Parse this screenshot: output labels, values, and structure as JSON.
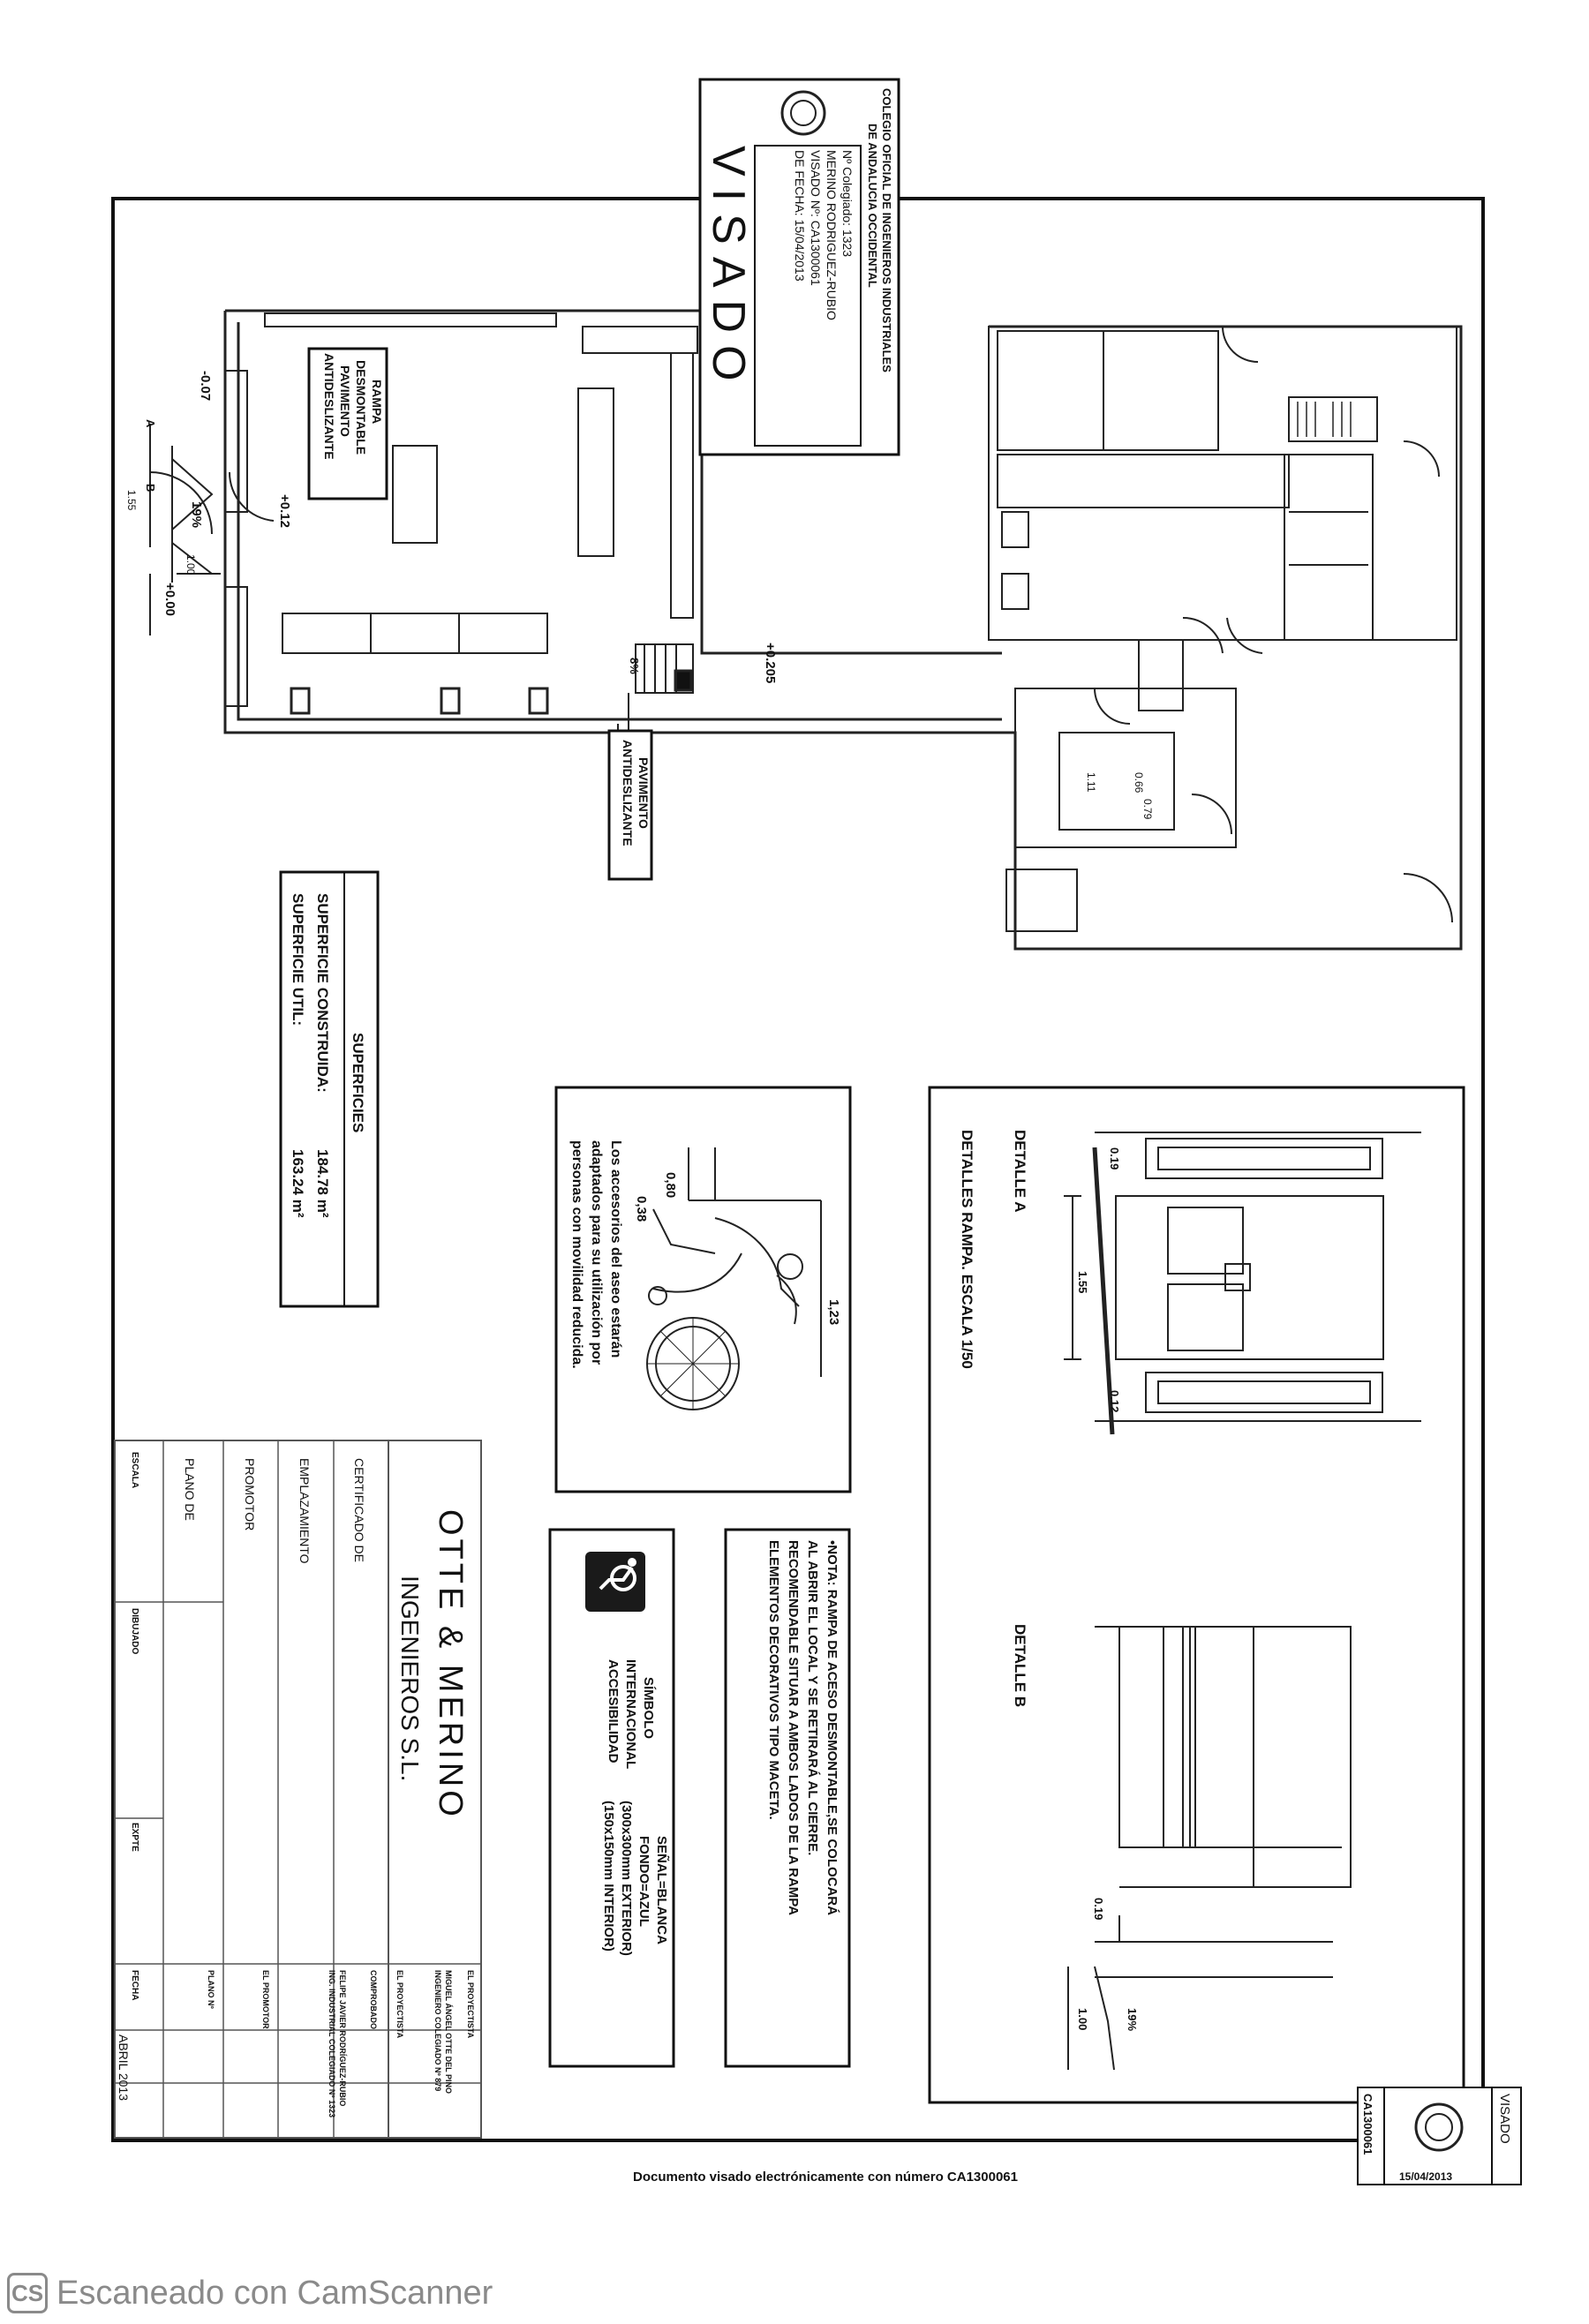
{
  "visado_stamp": {
    "college_line1": "COLEGIO OFICIAL DE INGENIEROS INDUSTRIALES",
    "college_line2": "DE ANDALUCIA OCCIDENTAL",
    "colegiado": "Nº Colegiado: 1323",
    "name": "MERINO RODRIGUEZ-RUBIO",
    "visado_num": "VISADO Nº: CA1300061",
    "fecha": "DE FECHA: 15/04/2013",
    "big_word": "VISADO"
  },
  "small_stamp": {
    "title": "VISADO",
    "code": "CA1300061",
    "date": "15/04/2013"
  },
  "plan_labels": {
    "rampa": [
      "RAMPA",
      "DESMONTABLE",
      "PAVIMENTO",
      "ANTIDESLIZANTE"
    ],
    "pavimento": [
      "PAVIMENTO",
      "ANTIDESLIZANTE"
    ],
    "levels": [
      "-0.07",
      "+0.12",
      "+0.00",
      "+0.205"
    ],
    "slope": "19%",
    "slope2": "8%",
    "dims": [
      "1.55",
      "1.00",
      "1.11",
      "0.66",
      "0.79"
    ],
    "section_marks": [
      "A",
      "B"
    ]
  },
  "superficies": {
    "title": "SUPERFICIES",
    "construida_label": "SUPERFICIE CONSTRUIDA:",
    "construida_value": "184.78 m²",
    "util_label": "SUPERFICIE UTIL:",
    "util_value": "163.24 m²"
  },
  "aseo": {
    "dims": [
      "0,80",
      "0,38",
      "1,23"
    ],
    "text": [
      "Los accesorios del aseo estarán",
      "adaptados para su utilización por",
      "personas con movilidad reducida."
    ]
  },
  "detalles": {
    "detalle_a": "DETALLE A",
    "detalle_b": "DETALLE B",
    "subtitle": "DETALLES RAMPA. ESCALA 1/50",
    "dims_a": [
      "0.19",
      "1.55",
      "0.12"
    ],
    "dims_b": [
      "0.19",
      "1.00",
      "19%"
    ]
  },
  "nota": {
    "lines": [
      "•NOTA: RAMPA DE ACESO DESMONTABLE,SE COLOCARÁ",
      "AL ABRIR EL LOCAL Y SE RETIRARÁ AL CIERRE.",
      "RECOMENDABLE SITUAR A AMBOS LADOS DE LA RAMPA",
      "ELEMENTOS DECORATIVOS TIPO MACETA."
    ]
  },
  "simbolo": {
    "left": [
      "SÍMBOLO",
      "INTERNACIONAL",
      "ACCESIBILIDAD"
    ],
    "right": [
      "SEÑAL=BLANCA",
      "FONDO=AZUL",
      "(300x300mm EXTERIOR)",
      "(150x150mm INTERIOR)"
    ]
  },
  "title_block": {
    "company1": "OTTE & MERINO",
    "company2": "INGENIEROS S.L.",
    "certificado_label": "CERTIFICADO DE",
    "emplazamiento_label": "EMPLAZAMIENTO",
    "promotor_label": "PROMOTOR",
    "plano_label": "PLANO DE",
    "escala_label": "ESCALA",
    "dibujado_label": "DIBUJADO",
    "expte_label": "EXPTE",
    "fecha_label": "FECHA",
    "el_proyectista": "EL PROYECTISTA",
    "el_promotor": "EL PROMOTOR",
    "plano_n": "PLANO Nº",
    "proyectista_names": [
      "MIGUEL ÁNGEL OTTE DEL PINO",
      "INGENIERO COLEGIADO Nº 879"
    ],
    "merino_names": [
      "FELIPE JAVIER RODRÍGUEZ-RUBIO",
      "ING. INDUSTRIAL COLEGIADO Nº 1323"
    ],
    "comprobado": "COMPROBADO",
    "fecha_value": "ABRIL 2013"
  },
  "footer": "Documento visado electrónicamente con número CA1300061",
  "camscanner": {
    "logo": "CS",
    "text": "Escaneado con CamScanner"
  }
}
